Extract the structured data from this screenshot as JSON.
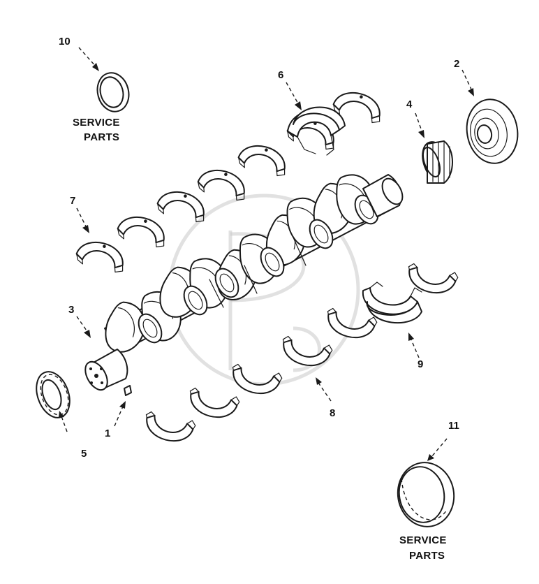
{
  "callouts": {
    "c1": "1",
    "c2": "2",
    "c3": "3",
    "c4": "4",
    "c5": "5",
    "c6": "6",
    "c7": "7",
    "c8": "8",
    "c9": "9",
    "c10": "10",
    "c11": "11"
  },
  "service_label_top": {
    "line1": "SERVICE",
    "line2": "PARTS"
  },
  "service_label_bottom": {
    "line1": "SERVICE",
    "line2": "PARTS"
  }
}
